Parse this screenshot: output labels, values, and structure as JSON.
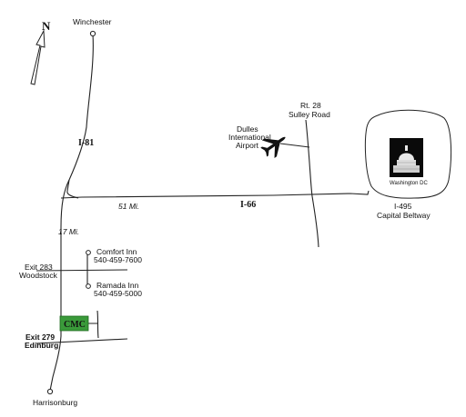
{
  "compass": {
    "label": "N",
    "icon": "north-arrow-icon"
  },
  "towns": {
    "winchester": "Winchester",
    "harrisonburg": "Harrisonburg"
  },
  "highways": {
    "i81": "I-81",
    "i66": "I-66",
    "i495_line1": "I-495",
    "i495_line2": "Capital Beltway",
    "rt28_line1": "Rt. 28",
    "rt28_line2": "Sulley Road"
  },
  "distances": {
    "i66": "51 Mi.",
    "i81_south": "17 Mi."
  },
  "airport": {
    "line1": "Dulles",
    "line2": "International",
    "line3": "Airport",
    "icon": "airplane-icon"
  },
  "hotels": [
    {
      "name": "Comfort Inn",
      "phone": "540-459-7600"
    },
    {
      "name": "Ramada Inn",
      "phone": "540-459-5000"
    }
  ],
  "exits": {
    "woodstock_line1": "Exit 283",
    "woodstock_line2": "Woodstock",
    "edinburg_line1": "Exit 279",
    "edinburg_line2": "Edinburg"
  },
  "destination": {
    "label": "CMC",
    "color": "#3a9a3a"
  },
  "dc": {
    "caption": "Washington DC",
    "icon": "capitol-icon"
  }
}
